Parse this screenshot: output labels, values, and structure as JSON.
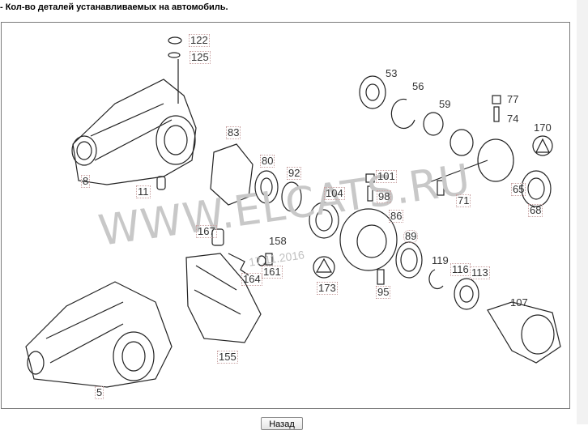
{
  "header": {
    "text": "- Кол-во деталей устанавливаемых на автомобиль."
  },
  "watermark": {
    "text": "WWW.ELCATS.RU",
    "date": "17.11.2016"
  },
  "bottom_button": {
    "label": "Назад"
  },
  "parts": [
    "122",
    "125",
    "53",
    "56",
    "59",
    "77",
    "74",
    "170",
    "83",
    "80",
    "92",
    "101",
    "98",
    "8",
    "11",
    "104",
    "86",
    "71",
    "65",
    "68",
    "167",
    "158",
    "89",
    "161",
    "164",
    "119",
    "116",
    "113",
    "173",
    "95",
    "107",
    "155",
    "5"
  ]
}
